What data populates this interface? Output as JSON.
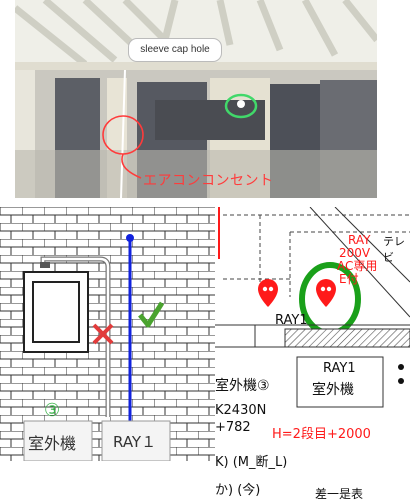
{
  "photo": {
    "bubble_text": "sleeve cap hole",
    "red_annotation": "エアコンコンセント"
  },
  "left_diagram": {
    "number_badge": "③",
    "label_outdoor_unit": "室外機",
    "label_ray": "RAY１"
  },
  "right_diagram": {
    "label_ray_red": "RAY",
    "label_200v": "200V",
    "label_ac": "AC専用",
    "label_e": "E付",
    "label_tv": "テレビ",
    "label_ray1_top": "RAY1",
    "label_ray1_box": "RAY1",
    "label_outdoor_box": "室外機",
    "label_outdoor3": "室外機③",
    "label_model": "K2430N",
    "label_plus782": "+782",
    "label_height": "H=2段目+2000",
    "label_mdan": "K) (M_断_L)",
    "label_bottom": "か) (今)",
    "label_bottom_right": "差一是表",
    "colors": {
      "red": "#ff1a1a",
      "green": "#1aa01a",
      "blue": "#1122dd"
    }
  }
}
